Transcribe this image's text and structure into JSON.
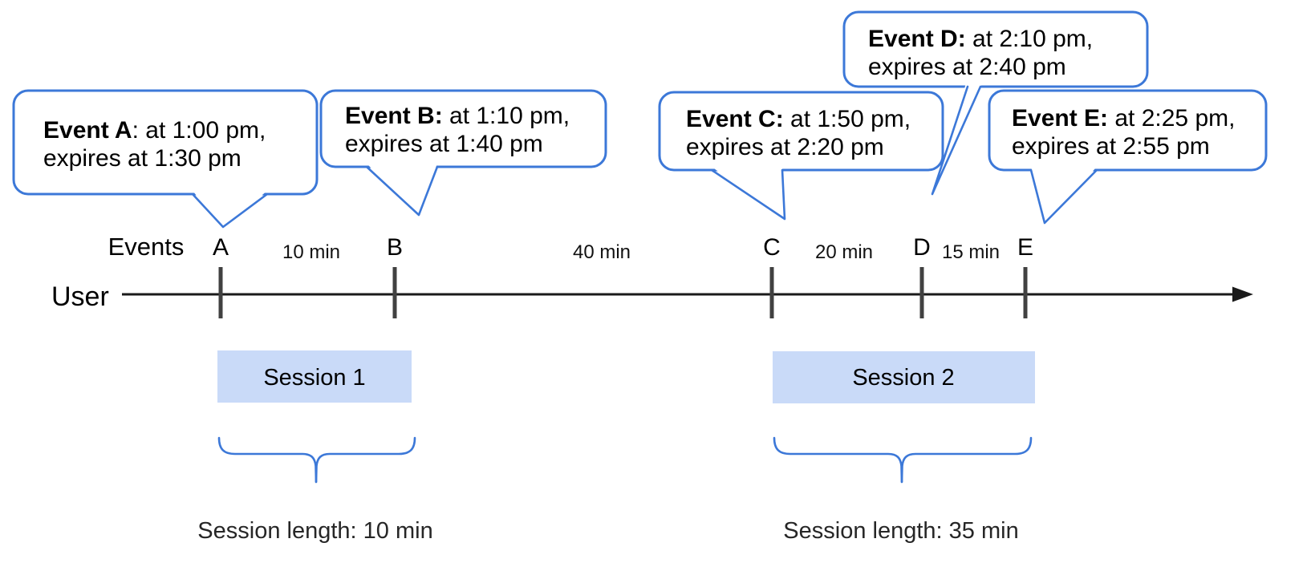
{
  "colors": {
    "accent_blue": "#3c78d8",
    "session_fill": "#c9daf8",
    "tick_color": "#414141",
    "axis_color": "#1a1a1a",
    "text_color": "#000000",
    "muted_text": "#262626"
  },
  "bubbles": [
    {
      "id": "A",
      "bold": "Event A",
      "rest": ": at 1:00 pm,",
      "line2": "expires at 1:30 pm"
    },
    {
      "id": "B",
      "bold": "Event B:",
      "rest": " at 1:10 pm,",
      "line2": "expires at 1:40 pm"
    },
    {
      "id": "C",
      "bold": "Event C:",
      "rest": " at 1:50 pm,",
      "line2": "expires at 2:20 pm"
    },
    {
      "id": "D",
      "bold": "Event D:",
      "rest": " at 2:10 pm,",
      "line2": "expires at 2:40 pm"
    },
    {
      "id": "E",
      "bold": "Event E:",
      "rest": " at 2:25 pm,",
      "line2": "expires at 2:55 pm"
    }
  ],
  "timeline": {
    "axis_label": "User",
    "events_label": "Events",
    "event_letters": [
      "A",
      "B",
      "C",
      "D",
      "E"
    ],
    "intervals": [
      {
        "label": "10 min"
      },
      {
        "label": "40 min"
      },
      {
        "label": "20 min"
      },
      {
        "label": "15 min"
      }
    ]
  },
  "sessions": [
    {
      "label": "Session 1",
      "length_label": "Session length: 10 min"
    },
    {
      "label": "Session 2",
      "length_label": "Session length: 35 min"
    }
  ]
}
